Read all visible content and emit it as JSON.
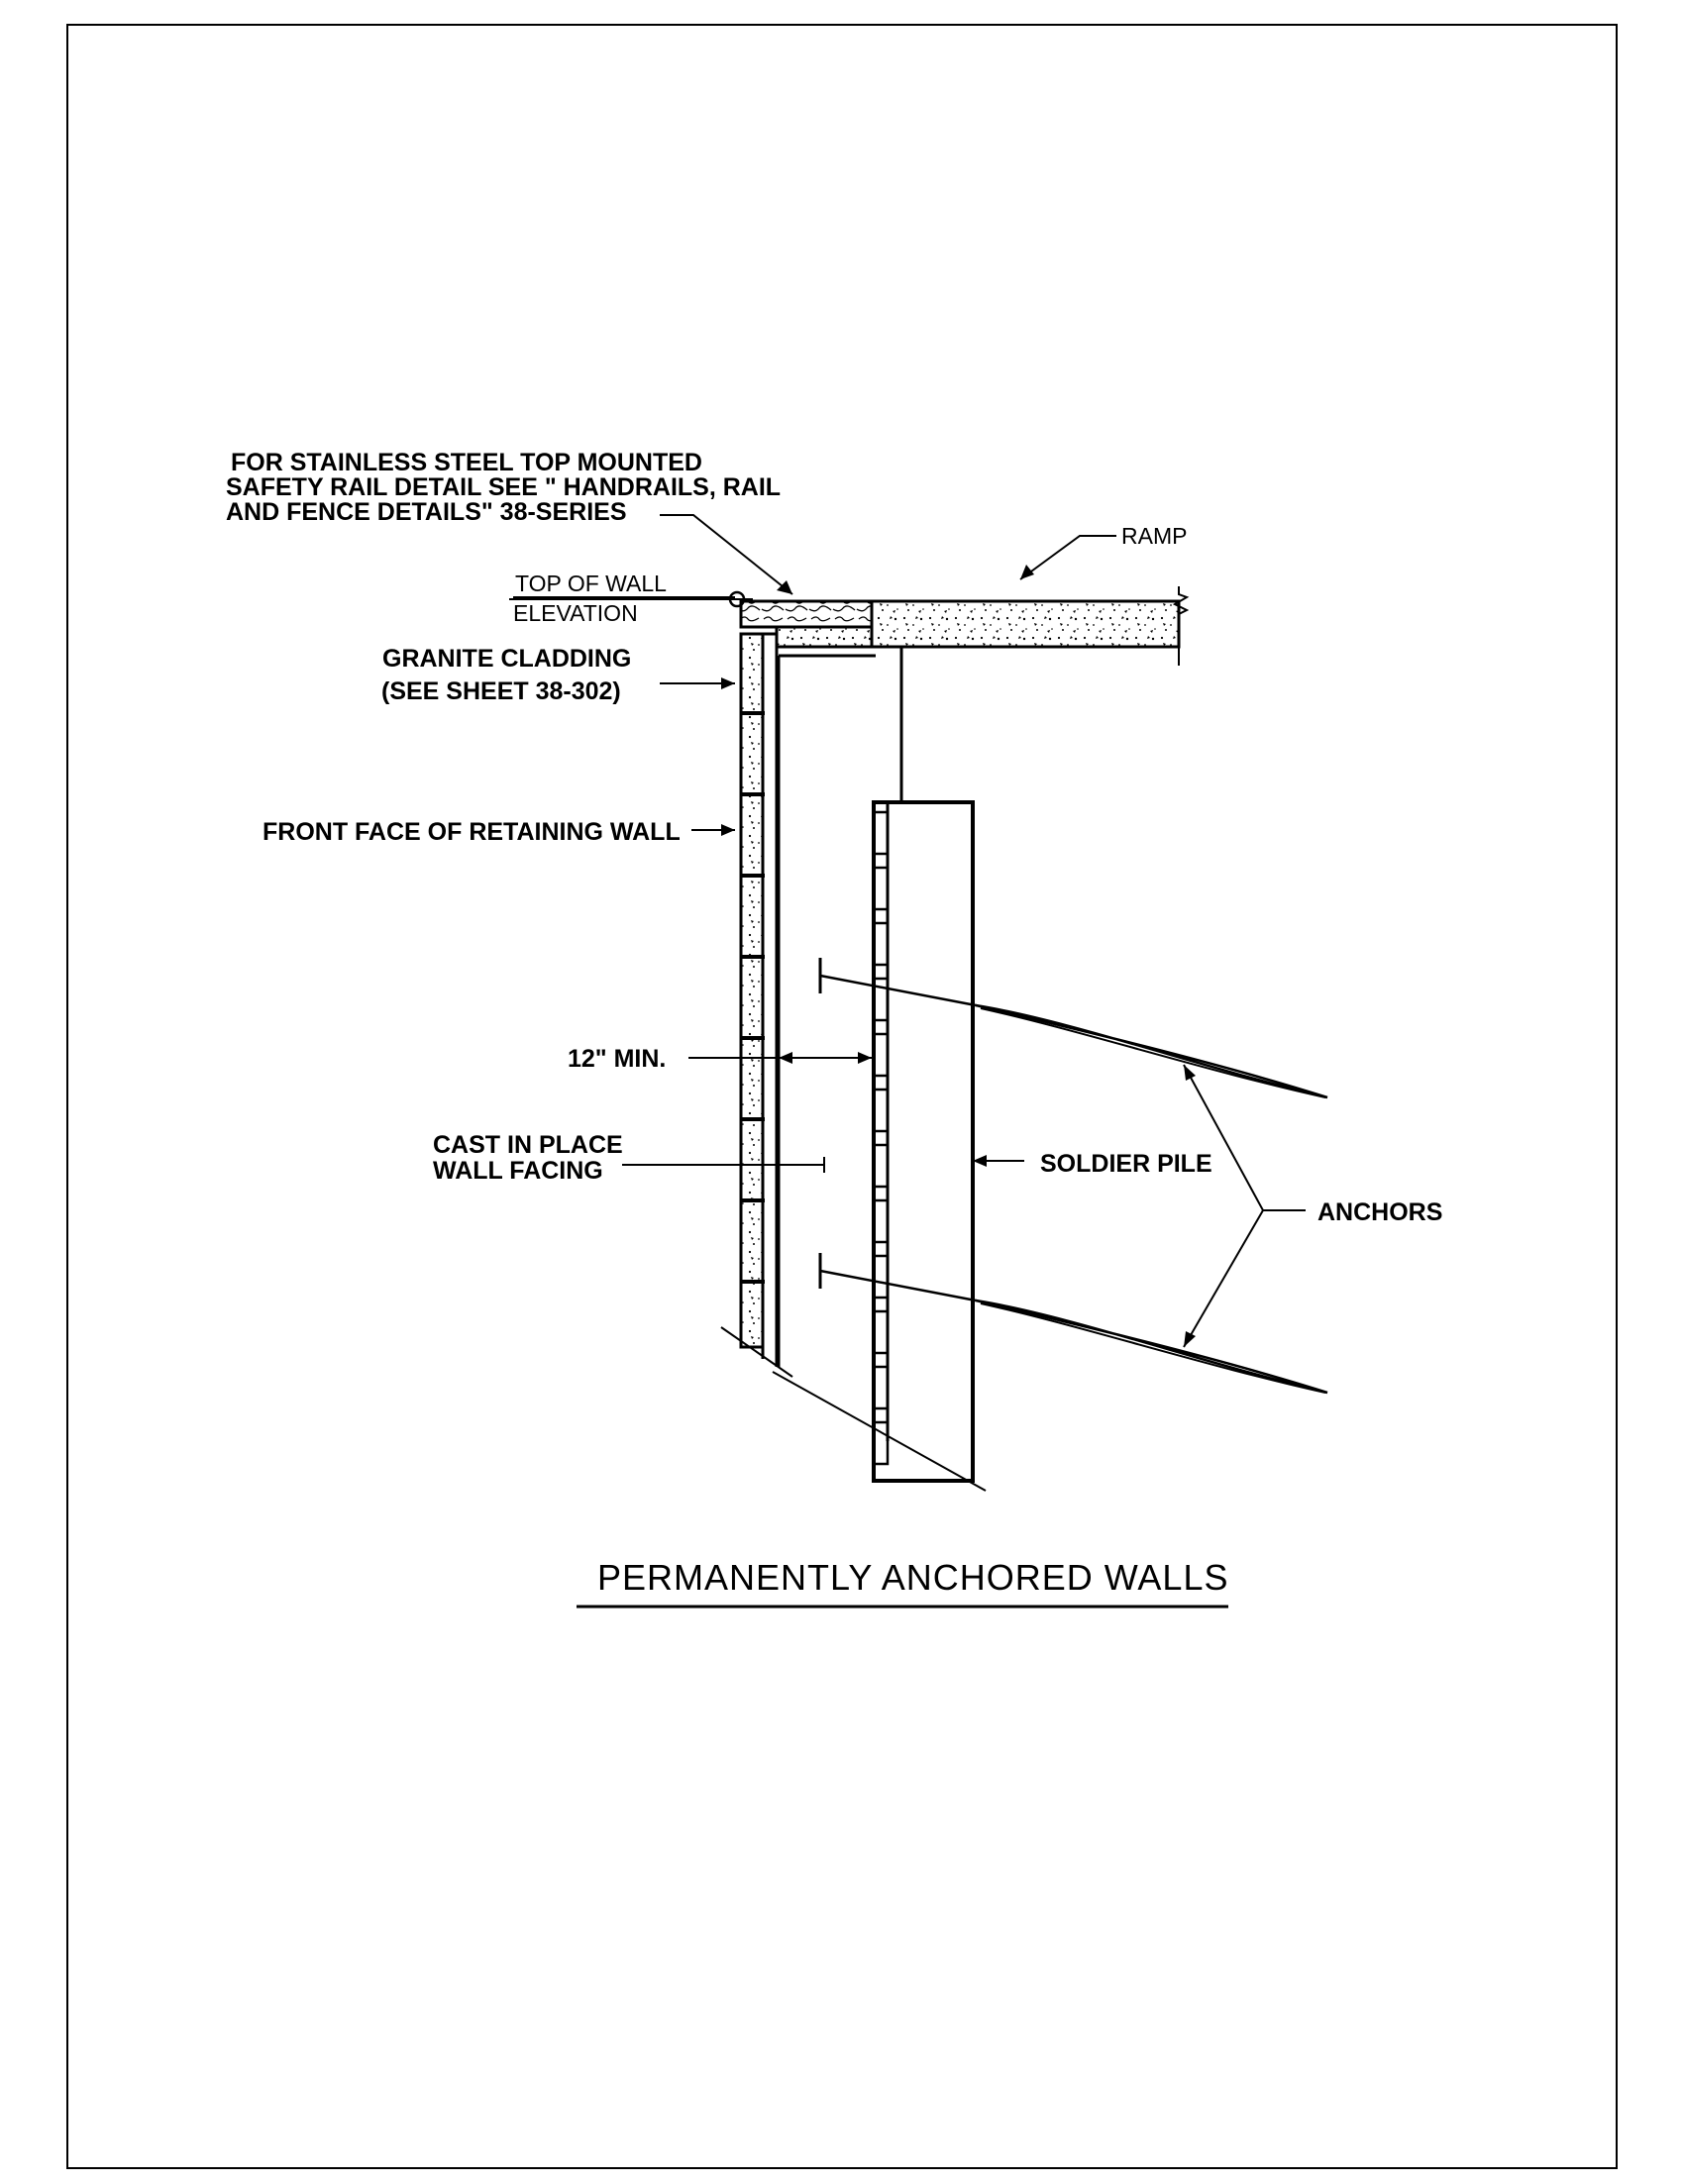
{
  "drawing": {
    "title": "PERMANENTLY ANCHORED WALLS",
    "labels": {
      "rail_note_1": "FOR STAINLESS STEEL TOP MOUNTED",
      "rail_note_2": "SAFETY RAIL DETAIL SEE \" HANDRAILS, RAIL",
      "rail_note_3": "AND FENCE DETAILS\" 38-SERIES",
      "ramp": "RAMP",
      "top_of_wall_1": "TOP  OF  WALL",
      "top_of_wall_2": "ELEVATION",
      "granite_1": "GRANITE CLADDING",
      "granite_2": "(SEE SHEET 38-302)",
      "front_face": "FRONT FACE OF RETAINING WALL",
      "min_dim": "12\" MIN.",
      "cast_1": "CAST IN PLACE",
      "cast_2": "WALL FACING",
      "soldier_pile": "SOLDIER PILE",
      "anchors": "ANCHORS"
    }
  }
}
